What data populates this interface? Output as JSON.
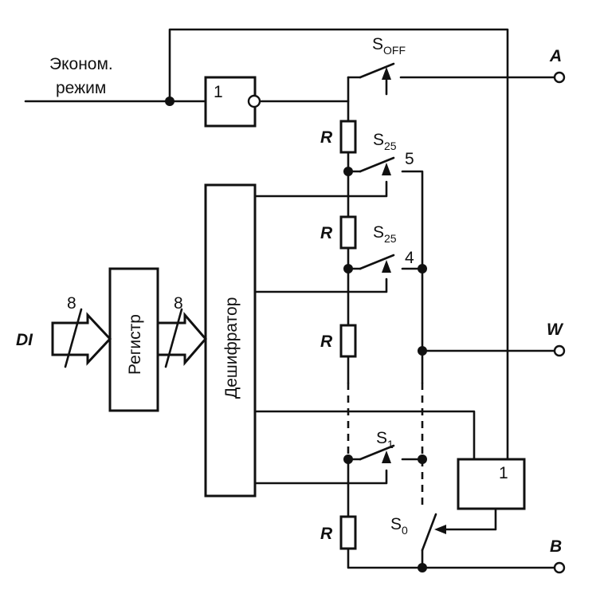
{
  "inputs": {
    "eco_line1": "Эконом.",
    "eco_line2": "режим",
    "di": "DI",
    "bus_width_in": "8",
    "bus_width_out": "8"
  },
  "blocks": {
    "inverter": "1",
    "register": "Регистр",
    "decoder": "Дешифратор",
    "or_gate": "1"
  },
  "resistors": [
    "R",
    "R",
    "R",
    "R"
  ],
  "switches": {
    "s_off": {
      "base": "S",
      "sub": "OFF"
    },
    "s25_top": {
      "base": "S",
      "sub": "25"
    },
    "s25_bot": {
      "base": "S",
      "sub": "25"
    },
    "s1": {
      "base": "S",
      "sub": "1"
    },
    "s0": {
      "base": "S",
      "sub": "0"
    }
  },
  "tap_numbers": [
    "5",
    "4"
  ],
  "terminals": [
    "A",
    "W",
    "B"
  ]
}
